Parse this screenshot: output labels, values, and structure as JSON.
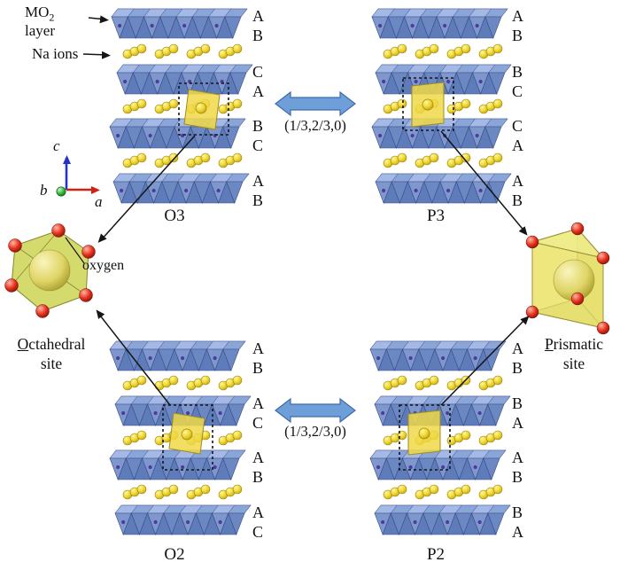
{
  "annotations": {
    "mo2_layer": {
      "prefix": "MO",
      "sub": "2",
      "suffix": "layer"
    },
    "na_ions": "Na ions",
    "oxygen": "oxygen",
    "octahedral_site": {
      "line1": "Octahedral",
      "line2": "site"
    },
    "prismatic_site": {
      "line1": "Prismatic",
      "line2": "site"
    },
    "glide_vector_top": "(1/3,2/3,0)",
    "glide_vector_bottom": "(1/3,2/3,0)",
    "axes": {
      "a": "a",
      "b": "b",
      "c": "c"
    }
  },
  "structures": [
    {
      "id": "O3",
      "label": "O3",
      "stacking": [
        "A",
        "B",
        "C",
        "A",
        "B",
        "C",
        "A",
        "B"
      ]
    },
    {
      "id": "P3",
      "label": "P3",
      "stacking": [
        "A",
        "B",
        "B",
        "C",
        "C",
        "A",
        "A",
        "B"
      ]
    },
    {
      "id": "O2",
      "label": "O2",
      "stacking": [
        "A",
        "B",
        "A",
        "C",
        "A",
        "B",
        "A",
        "C"
      ]
    },
    {
      "id": "P2",
      "label": "P2",
      "stacking": [
        "A",
        "B",
        "B",
        "A",
        "A",
        "B",
        "B",
        "A"
      ]
    }
  ],
  "colors": {
    "octahedra_blue": "#7e97cd",
    "sodium_yellow": "#f0d32c",
    "oxygen_red": "#e03020",
    "site_yellow": "#e6dc6e",
    "transition_arrow_blue": "#6f9fd8"
  }
}
